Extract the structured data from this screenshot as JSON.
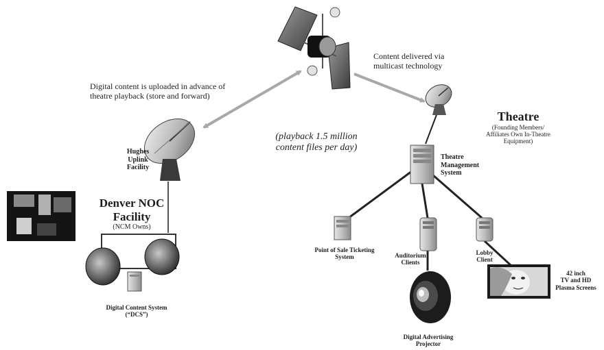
{
  "uplink_note": [
    "Digital content is uploaded in advance of",
    "theatre playback (store and forward)"
  ],
  "multicast_note": [
    "Content delivered via",
    "multicast technology"
  ],
  "playback_note": [
    "(playback 1.5 million",
    "content files per day)"
  ],
  "hughes": [
    "Hughes",
    "Uplink",
    "Facility"
  ],
  "denver": {
    "title": [
      "Denver NOC",
      "Facility"
    ],
    "owner": "(NCM Owns)"
  },
  "dcs": [
    "Digital Content System",
    "(“DCS”)"
  ],
  "theatre": {
    "title": "Theatre",
    "sub": [
      "(Founding Members/",
      "Affiliates Own In-Theatre",
      "Equipment)"
    ]
  },
  "tms": [
    "Theatre",
    "Management",
    "System"
  ],
  "pos": [
    "Point of Sale Ticketing",
    "System"
  ],
  "auditorium": [
    "Auditorium",
    "Clients"
  ],
  "lobby": [
    "Lobby",
    "Client"
  ],
  "plasma": [
    "42 inch",
    "TV and HD",
    "Plasma Screens"
  ],
  "projector": [
    "Digital Advertising",
    "Projector"
  ],
  "icons": [
    "satellite-icon",
    "satellite-dish-icon",
    "server-tower-icon",
    "projector-icon",
    "person-photo-icon",
    "control-room-photo-icon"
  ]
}
